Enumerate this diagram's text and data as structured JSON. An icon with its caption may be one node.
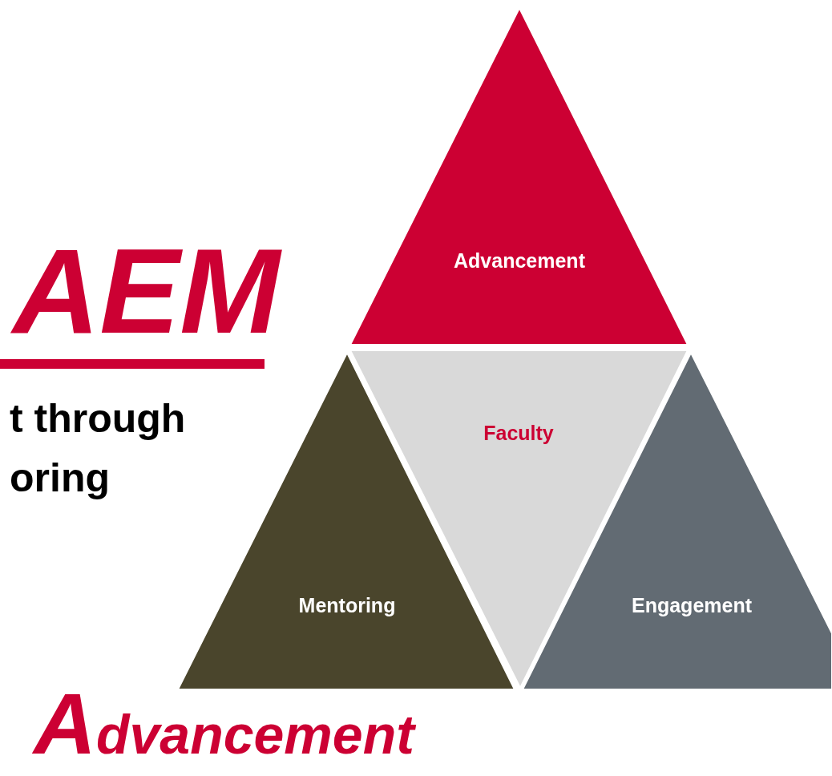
{
  "diagram": {
    "nodes": [
      {
        "text": [
          "Advancement"
        ]
      },
      {
        "text": [
          "Faculty"
        ]
      },
      {
        "text": [
          "Mentoring"
        ]
      },
      {
        "text": [
          "Engagement"
        ]
      }
    ],
    "labels": [
      "AEM",
      "t through oring",
      "Advancement"
    ]
  }
}
